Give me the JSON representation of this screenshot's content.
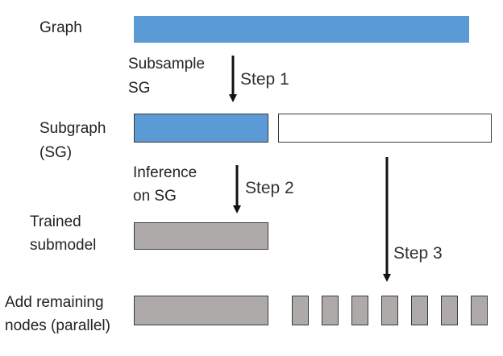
{
  "rows": {
    "graph": {
      "label": "Graph"
    },
    "subgraph": {
      "label_line1": "Subgraph",
      "label_line2": "(SG)"
    },
    "trained": {
      "label_line1": "Trained",
      "label_line2": "submodel"
    },
    "add_nodes": {
      "label_line1": "Add remaining",
      "label_line2": "nodes (parallel)"
    }
  },
  "steps": {
    "step1": {
      "label": "Step 1",
      "caption_line1": "Subsample",
      "caption_line2": "SG"
    },
    "step2": {
      "label": "Step 2",
      "caption_line1": "Inference",
      "caption_line2": "on SG"
    },
    "step3": {
      "label": "Step 3"
    }
  },
  "colors": {
    "blue": "#5b9bd5",
    "gray": "#aeaaaa",
    "outline": "#3a3a3a",
    "arrow": "#111111"
  },
  "parallel_blocks_count": 7
}
